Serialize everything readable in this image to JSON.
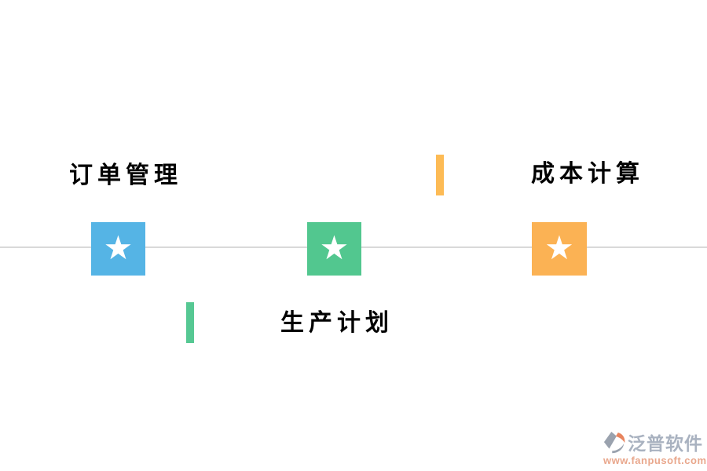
{
  "page": {
    "background_color": "#ffffff",
    "timeline_line_color": "#d9d9d9"
  },
  "timeline": {
    "nodes": [
      {
        "id": "order-management",
        "label": "订单管理",
        "star": "★",
        "square_color": "#55b4e5",
        "label_position": "above-line-left"
      },
      {
        "id": "production-planning",
        "label": "生产计划",
        "star": "★",
        "square_color": "#52c78f",
        "label_position": "below-line-center"
      },
      {
        "id": "cost-calculation",
        "label": "成本计算",
        "star": "★",
        "square_color": "#fbb254",
        "label_position": "above-line-right"
      }
    ],
    "accent_bars": [
      {
        "color": "#fdbb55",
        "position": "top-right-of-center"
      },
      {
        "color": "#56c893",
        "position": "bottom-left-of-center"
      }
    ]
  },
  "watermark": {
    "brand": "泛普软件",
    "url": "www.fanpusoft.com",
    "brand_color": "#a9b2c0",
    "url_color": "#e9a78c",
    "logo_gray": "#9aa2ae",
    "logo_orange": "#e8845e"
  }
}
